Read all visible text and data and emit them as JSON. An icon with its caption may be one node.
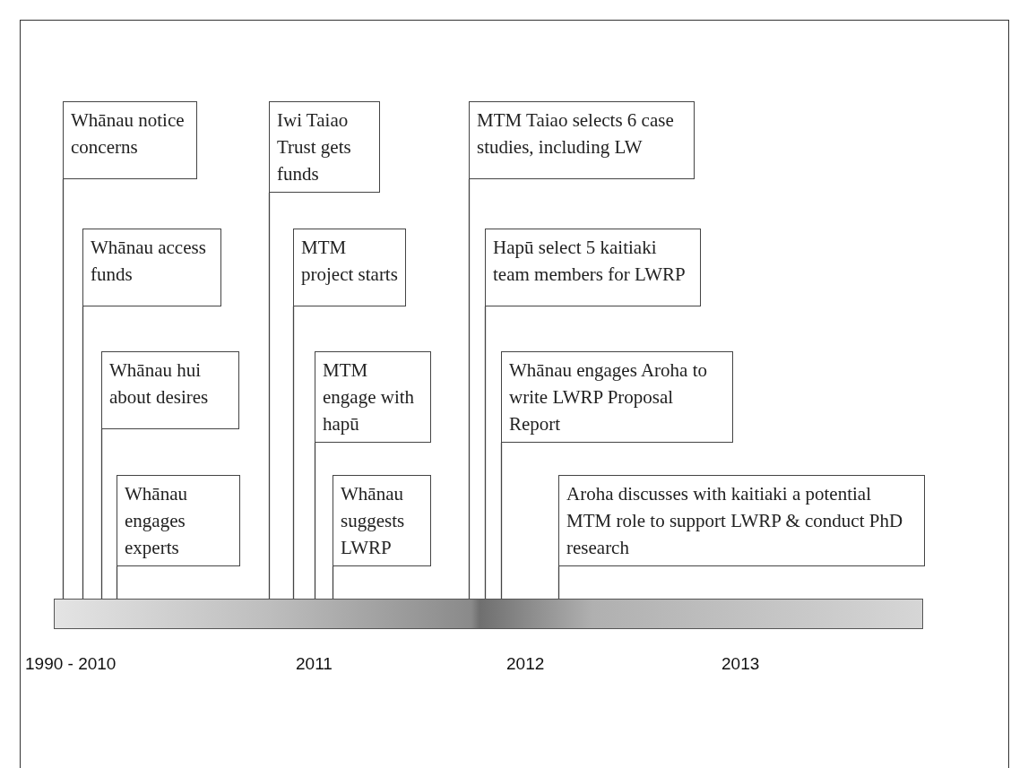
{
  "diagram": {
    "nodes": [
      {
        "text": [
          "Whānau notice concerns"
        ]
      },
      {
        "text": [
          "Whānau access funds"
        ]
      },
      {
        "text": [
          "Whānau hui about desires"
        ]
      },
      {
        "text": [
          "Whānau engages experts"
        ]
      },
      {
        "text": [
          "Iwi Taiao Trust gets funds"
        ]
      },
      {
        "text": [
          "MTM project starts"
        ]
      },
      {
        "text": [
          "MTM engage with hapū"
        ]
      },
      {
        "text": [
          "Whānau suggests LWRP"
        ]
      },
      {
        "text": [
          "MTM Taiao selects 6 case studies, including LW"
        ]
      },
      {
        "text": [
          "Hapū select 5 kaitiaki team members for LWRP"
        ]
      },
      {
        "text": [
          "Whānau engages Aroha to write LWRP Proposal Report"
        ]
      },
      {
        "text": [
          "Aroha discusses with kaitiaki a potential MTM role to support LWRP & conduct PhD research"
        ]
      },
      {
        "text": [],
        "shape": "bar"
      }
    ],
    "edges": [
      {
        "from": 0,
        "to": 12,
        "arrow": "none"
      },
      {
        "from": 1,
        "to": 12,
        "arrow": "none"
      },
      {
        "from": 2,
        "to": 12,
        "arrow": "none"
      },
      {
        "from": 3,
        "to": 12,
        "arrow": "none"
      },
      {
        "from": 4,
        "to": 12,
        "arrow": "none"
      },
      {
        "from": 5,
        "to": 12,
        "arrow": "none"
      },
      {
        "from": 6,
        "to": 12,
        "arrow": "none"
      },
      {
        "from": 7,
        "to": 12,
        "arrow": "none"
      },
      {
        "from": 8,
        "to": 12,
        "arrow": "none"
      },
      {
        "from": 9,
        "to": 12,
        "arrow": "none"
      },
      {
        "from": 10,
        "to": 12,
        "arrow": "none"
      },
      {
        "from": 11,
        "to": 12,
        "arrow": "none"
      }
    ],
    "labels": [
      "1990 - 2010",
      "2011",
      "2012",
      "2013"
    ]
  }
}
